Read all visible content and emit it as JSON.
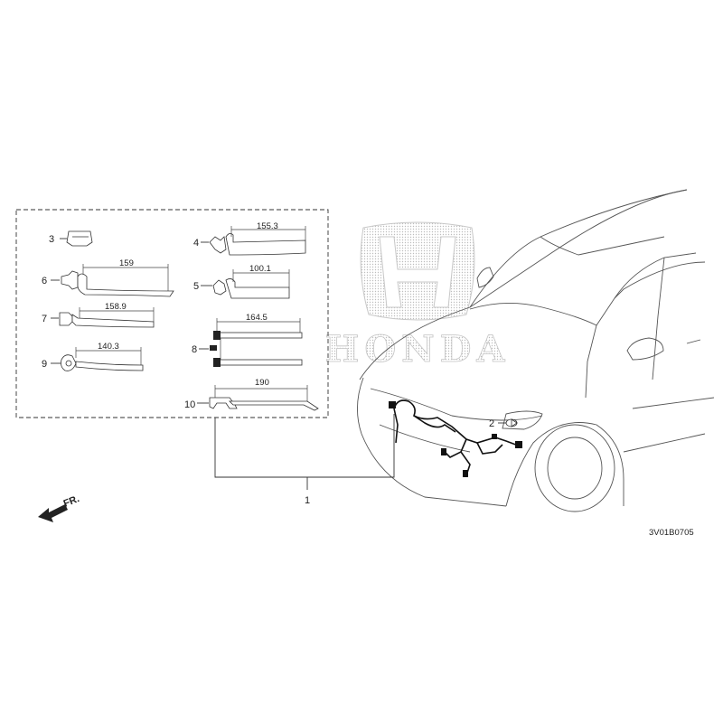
{
  "brand": {
    "watermark_text": "HONDA",
    "logo_letter": "H"
  },
  "direction": {
    "label": "FR."
  },
  "diagram_code": "3V01B0705",
  "callouts": [
    {
      "id": "1",
      "label": "1"
    },
    {
      "id": "2",
      "label": "2"
    },
    {
      "id": "3",
      "label": "3"
    },
    {
      "id": "4",
      "label": "4"
    },
    {
      "id": "5",
      "label": "5"
    },
    {
      "id": "6",
      "label": "6"
    },
    {
      "id": "7",
      "label": "7"
    },
    {
      "id": "8",
      "label": "8"
    },
    {
      "id": "9",
      "label": "9"
    },
    {
      "id": "10",
      "label": "10"
    }
  ],
  "measurements": {
    "part4": "155.3",
    "part5": "100.1",
    "part6": "159",
    "part7": "158.9",
    "part8": "164.5",
    "part9": "140.3",
    "part10": "190"
  },
  "colors": {
    "line": "#333333",
    "watermark": "#bbbbbb",
    "background": "#ffffff"
  }
}
